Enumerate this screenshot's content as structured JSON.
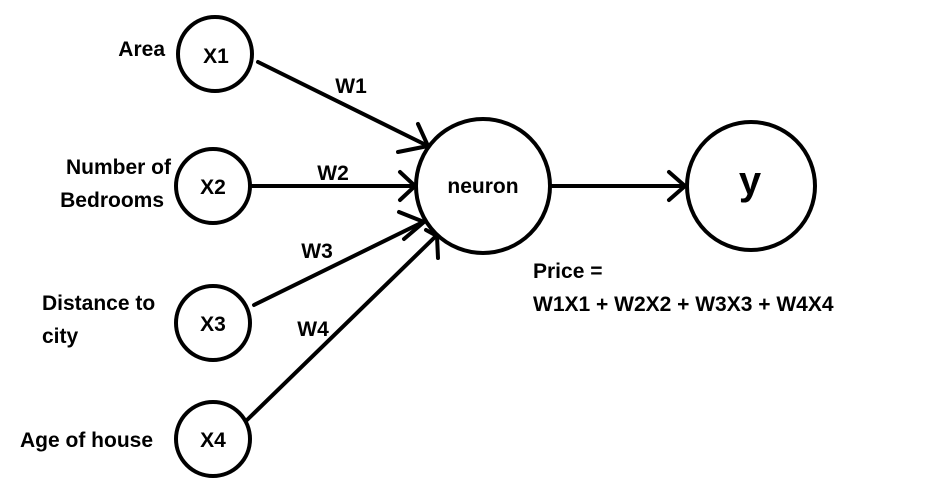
{
  "inputs": [
    {
      "feature_lines": [
        "Area"
      ],
      "node": "X1",
      "weight": "W1"
    },
    {
      "feature_lines": [
        "Number of",
        "Bedrooms"
      ],
      "node": "X2",
      "weight": "W2"
    },
    {
      "feature_lines": [
        "Distance to",
        "city"
      ],
      "node": "X3",
      "weight": "W3"
    },
    {
      "feature_lines": [
        "Age of house"
      ],
      "node": "X4",
      "weight": "W4"
    }
  ],
  "neuron": {
    "label": "neuron"
  },
  "output": {
    "label": "y"
  },
  "formula": {
    "line1": "Price =",
    "line2": "W1X1 + W2X2 + W3X3 + W4X4"
  },
  "colors": {
    "stroke": "#000000",
    "background": "#ffffff"
  }
}
